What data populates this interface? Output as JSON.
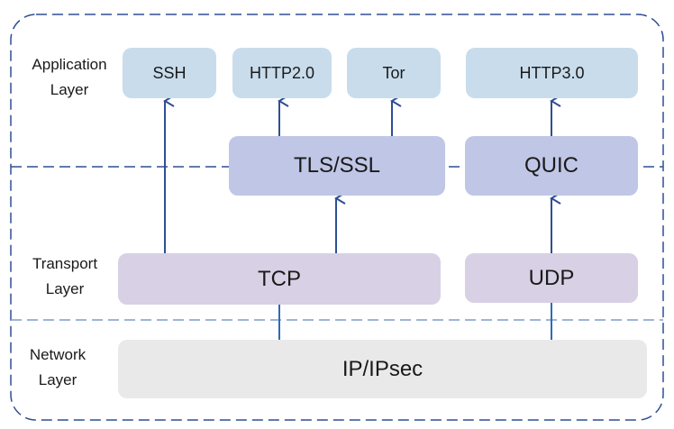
{
  "layers": {
    "application": "Application\nLayer",
    "transport": "Transport\nLayer",
    "network": "Network\nLayer"
  },
  "protocols": {
    "ssh": "SSH",
    "http2": "HTTP2.0",
    "tor": "Tor",
    "http3": "HTTP3.0",
    "tls": "TLS/SSL",
    "quic": "QUIC",
    "tcp": "TCP",
    "udp": "UDP",
    "ip": "IP/IPsec"
  },
  "colors": {
    "application_box": "#c8dcec",
    "security_box": "#bfc6e6",
    "transport_box": "#d8d0e4",
    "network_box": "#e9e9e9",
    "arrow": "#2e4f94"
  }
}
